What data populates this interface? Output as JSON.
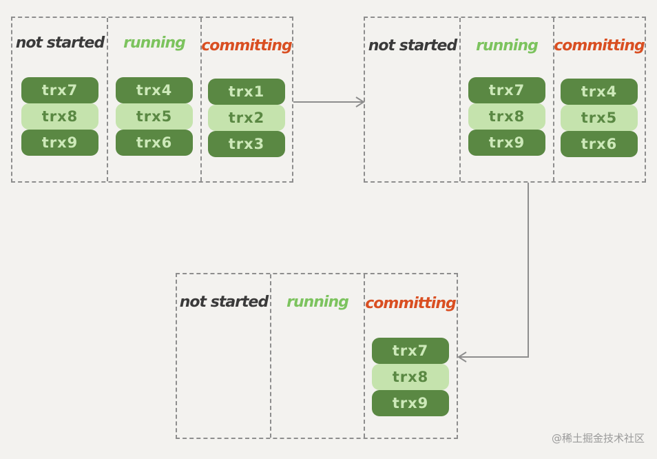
{
  "stages": [
    {
      "columns": [
        {
          "label": "not started",
          "items": [
            "trx7",
            "trx8",
            "trx9"
          ]
        },
        {
          "label": "running",
          "items": [
            "trx4",
            "trx5",
            "trx6"
          ]
        },
        {
          "label": "committing",
          "items": [
            "trx1",
            "trx2",
            "trx3"
          ]
        }
      ]
    },
    {
      "columns": [
        {
          "label": "not started",
          "items": []
        },
        {
          "label": "running",
          "items": [
            "trx7",
            "trx8",
            "trx9"
          ]
        },
        {
          "label": "committing",
          "items": [
            "trx4",
            "trx5",
            "trx6"
          ]
        }
      ]
    },
    {
      "columns": [
        {
          "label": "not started",
          "items": []
        },
        {
          "label": "running",
          "items": []
        },
        {
          "label": "committing",
          "items": [
            "trx7",
            "trx8",
            "trx9"
          ]
        }
      ]
    }
  ],
  "colors": {
    "not_started_label": "#3a3a3a",
    "running_label": "#7cc35e",
    "committing_label": "#d94f22",
    "trx_dark": "#5a8843",
    "trx_light": "#c5e3ad"
  },
  "watermark": "@稀土掘金技术社区"
}
